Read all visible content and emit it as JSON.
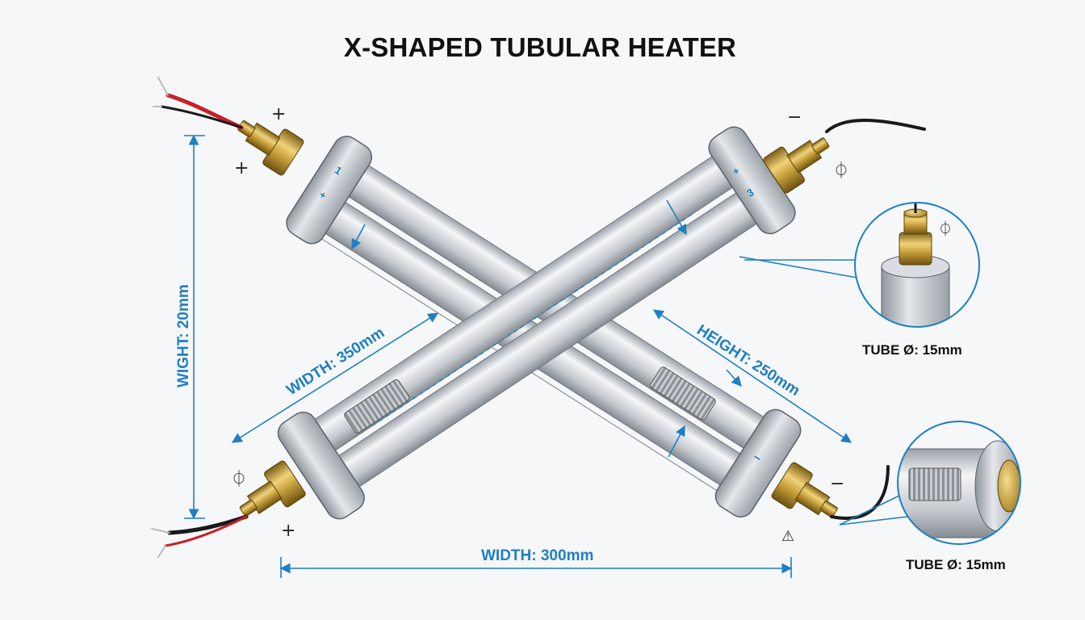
{
  "title": "X-SHAPED TUBULAR HEATER",
  "dimensions": {
    "weight": "WIGHT: 20mm",
    "width_diagonal": "WIDTH: 350mm",
    "height": "HEIGHT: 250mm",
    "width_bottom": "WIDTH: 300mm"
  },
  "callouts": {
    "tube_top": "TUBE Ø: 15mm",
    "tube_bottom": "TUBE Ø: 15mm"
  },
  "terminal_marks": {
    "plus": "+",
    "minus": "−",
    "ground": "⏀",
    "warning": "⚠",
    "end_cap_1": "1",
    "end_cap_3": "3"
  },
  "colors": {
    "dimension_blue": "#1f7fc2",
    "brass": "#c9a23c",
    "steel": "#b9bec4",
    "wire_red": "#c8202a",
    "wire_black": "#1a1a1a"
  }
}
